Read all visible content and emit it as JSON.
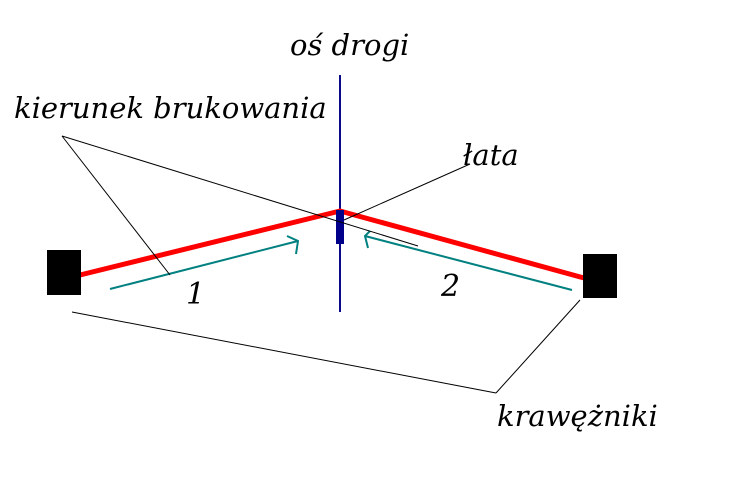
{
  "diagram": {
    "labels": {
      "road_axis": "oś drogi",
      "paving_direction": "kierunek brukowania",
      "screed": "łata",
      "curbs": "krawężniki",
      "arrow_1": "1",
      "arrow_2": "2"
    },
    "colors": {
      "road_axis": "#0a0a8a",
      "surface_profile": "#ff0000",
      "direction_arrows": "#008080",
      "curb": "#000000",
      "screed": "#00008b",
      "leader_lines": "#000000"
    }
  }
}
